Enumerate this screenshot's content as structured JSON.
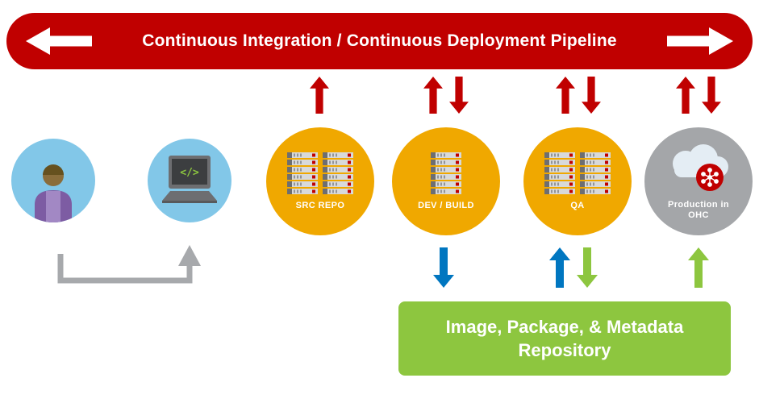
{
  "banner": {
    "title": "Continuous Integration / Continuous Deployment Pipeline",
    "color": "#c00000"
  },
  "nodes": {
    "developer": {
      "type": "person",
      "circle_color": "#82c7e8"
    },
    "workstation": {
      "type": "laptop",
      "circle_color": "#82c7e8",
      "code_glyph": "</>"
    },
    "src_repo": {
      "type": "server-rack",
      "label": "SRC REPO",
      "circle_color": "#f0a800"
    },
    "dev_build": {
      "type": "server-rack",
      "label": "DEV / BUILD",
      "circle_color": "#f0a800"
    },
    "qa": {
      "type": "server-rack",
      "label": "QA",
      "circle_color": "#f0a800"
    },
    "production": {
      "type": "cloud",
      "label": "Production in OHC",
      "circle_color": "#a4a6a9"
    }
  },
  "repository_box": {
    "line1": "Image, Package, & Metadata",
    "line2": "Repository",
    "color": "#8dc63f"
  },
  "arrows": {
    "top_red": [
      {
        "at": "src_repo",
        "directions": [
          "up"
        ]
      },
      {
        "at": "dev_build",
        "directions": [
          "up",
          "down"
        ]
      },
      {
        "at": "qa",
        "directions": [
          "up",
          "down"
        ]
      },
      {
        "at": "production",
        "directions": [
          "up",
          "down"
        ]
      }
    ],
    "bottom": [
      {
        "at": "dev_build",
        "direction": "down",
        "color": "#0076c0"
      },
      {
        "at": "qa",
        "direction": "up",
        "color": "#0076c0"
      },
      {
        "at": "qa",
        "direction": "down",
        "color": "#8dc63f"
      },
      {
        "at": "production",
        "direction": "up",
        "color": "#8dc63f"
      }
    ],
    "developer_to_workstation": {
      "shape": "elbow",
      "color": "#a7a9ac"
    }
  }
}
